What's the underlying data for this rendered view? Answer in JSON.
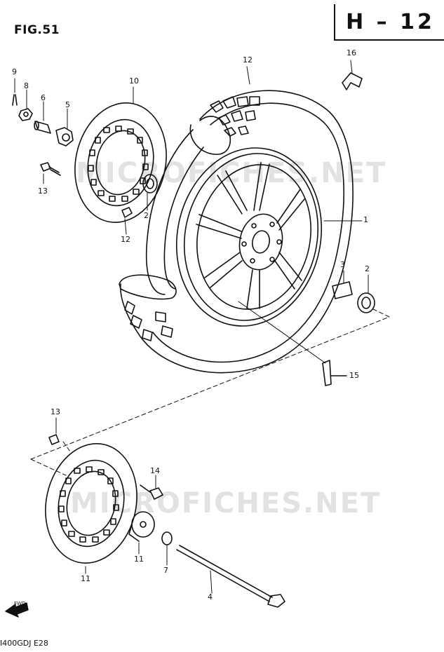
{
  "figure": {
    "title": "FIG.51",
    "section": "H – 12",
    "model_code": "I400GDJ E28"
  },
  "watermark": "MICROFICHES.NET",
  "callouts": [
    {
      "id": "c1",
      "text": "1"
    },
    {
      "id": "c2a",
      "text": "2"
    },
    {
      "id": "c2b",
      "text": "2"
    },
    {
      "id": "c3",
      "text": "3"
    },
    {
      "id": "c4",
      "text": "4"
    },
    {
      "id": "c5",
      "text": "5"
    },
    {
      "id": "c6",
      "text": "6"
    },
    {
      "id": "c7",
      "text": "7"
    },
    {
      "id": "c8",
      "text": "8"
    },
    {
      "id": "c9",
      "text": "9"
    },
    {
      "id": "c10",
      "text": "10"
    },
    {
      "id": "c11a",
      "text": "11"
    },
    {
      "id": "c11b",
      "text": "11"
    },
    {
      "id": "c12a",
      "text": "12"
    },
    {
      "id": "c12b",
      "text": "12"
    },
    {
      "id": "c13a",
      "text": "13"
    },
    {
      "id": "c13b",
      "text": "13"
    },
    {
      "id": "c14",
      "text": "14"
    },
    {
      "id": "c15",
      "text": "15"
    },
    {
      "id": "c16",
      "text": "16"
    }
  ],
  "front_arrow": {
    "label": "FWD",
    "icon": "front-direction-arrow-icon"
  },
  "colors": {
    "ink": "#111111",
    "paper": "#ffffff"
  }
}
